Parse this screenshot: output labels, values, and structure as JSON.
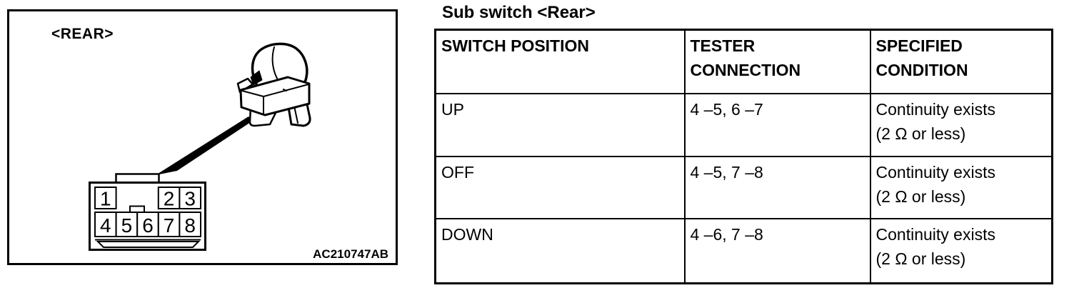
{
  "diagram": {
    "view_label": "<REAR>",
    "figure_code": "AC210747AB",
    "connector": {
      "pins_top_row": [
        "1",
        "2",
        "3"
      ],
      "pins_bottom_row": [
        "4",
        "5",
        "6",
        "7",
        "8"
      ]
    }
  },
  "table": {
    "title": "Sub switch <Rear>",
    "columns": [
      [
        "SWITCH POSITION",
        ""
      ],
      [
        "TESTER",
        "CONNECTION"
      ],
      [
        "SPECIFIED",
        "CONDITION"
      ]
    ],
    "rows": [
      {
        "switch_position": "UP",
        "tester_connection": "4 –5, 6 –7",
        "specified_condition": [
          "Continuity exists",
          "(2 Ω or less)"
        ]
      },
      {
        "switch_position": "OFF",
        "tester_connection": "4 –5, 7 –8",
        "specified_condition": [
          "Continuity exists",
          "(2 Ω or less)"
        ]
      },
      {
        "switch_position": "DOWN",
        "tester_connection": "4 –6, 7 –8",
        "specified_condition": [
          "Continuity exists",
          "(2 Ω or less)"
        ]
      }
    ]
  }
}
